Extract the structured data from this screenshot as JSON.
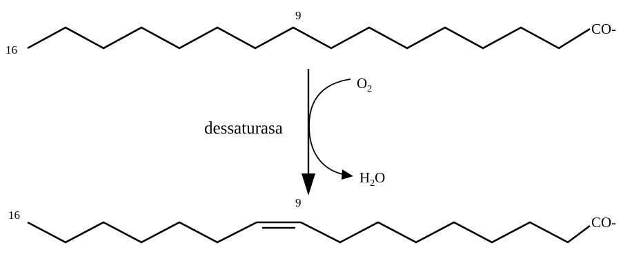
{
  "top_molecule": {
    "omega_label": "16",
    "position_label": "9",
    "terminal_group": "CO-"
  },
  "reaction": {
    "enzyme": "dessaturasa",
    "reactant": {
      "symbol": "O",
      "subscript": "2"
    },
    "product": {
      "symbol_h": "H",
      "subscript": "2",
      "symbol_o": "O"
    }
  },
  "bottom_molecule": {
    "omega_label": "16",
    "position_label": "9",
    "terminal_group": "CO-"
  }
}
